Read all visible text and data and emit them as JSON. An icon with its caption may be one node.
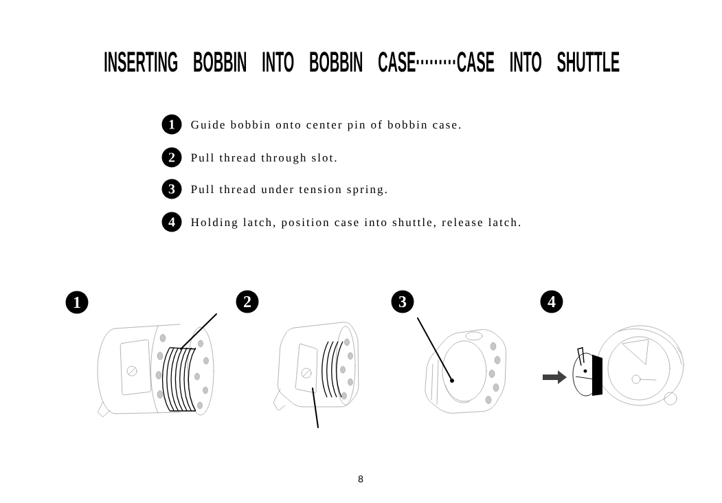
{
  "diagram": {
    "title": "INSERTING BOBBIN INTO BOBBIN CASE·········CASE INTO SHUTTLE",
    "nodes": [
      {
        "text": [
          "1"
        ],
        "beside": [
          "Guide bobbin onto center pin of bobbin case."
        ]
      },
      {
        "text": [
          "2"
        ],
        "beside": [
          "Pull thread through slot."
        ]
      },
      {
        "text": [
          "3"
        ],
        "beside": [
          "Pull thread under tension spring."
        ]
      },
      {
        "text": [
          "4"
        ],
        "beside": [
          "Holding latch, position case into shuttle, release latch."
        ]
      },
      {
        "text": [
          "1"
        ]
      },
      {
        "text": [
          "2"
        ]
      },
      {
        "text": [
          "3"
        ]
      },
      {
        "text": [
          "4"
        ]
      }
    ],
    "labels": [
      "8"
    ]
  }
}
